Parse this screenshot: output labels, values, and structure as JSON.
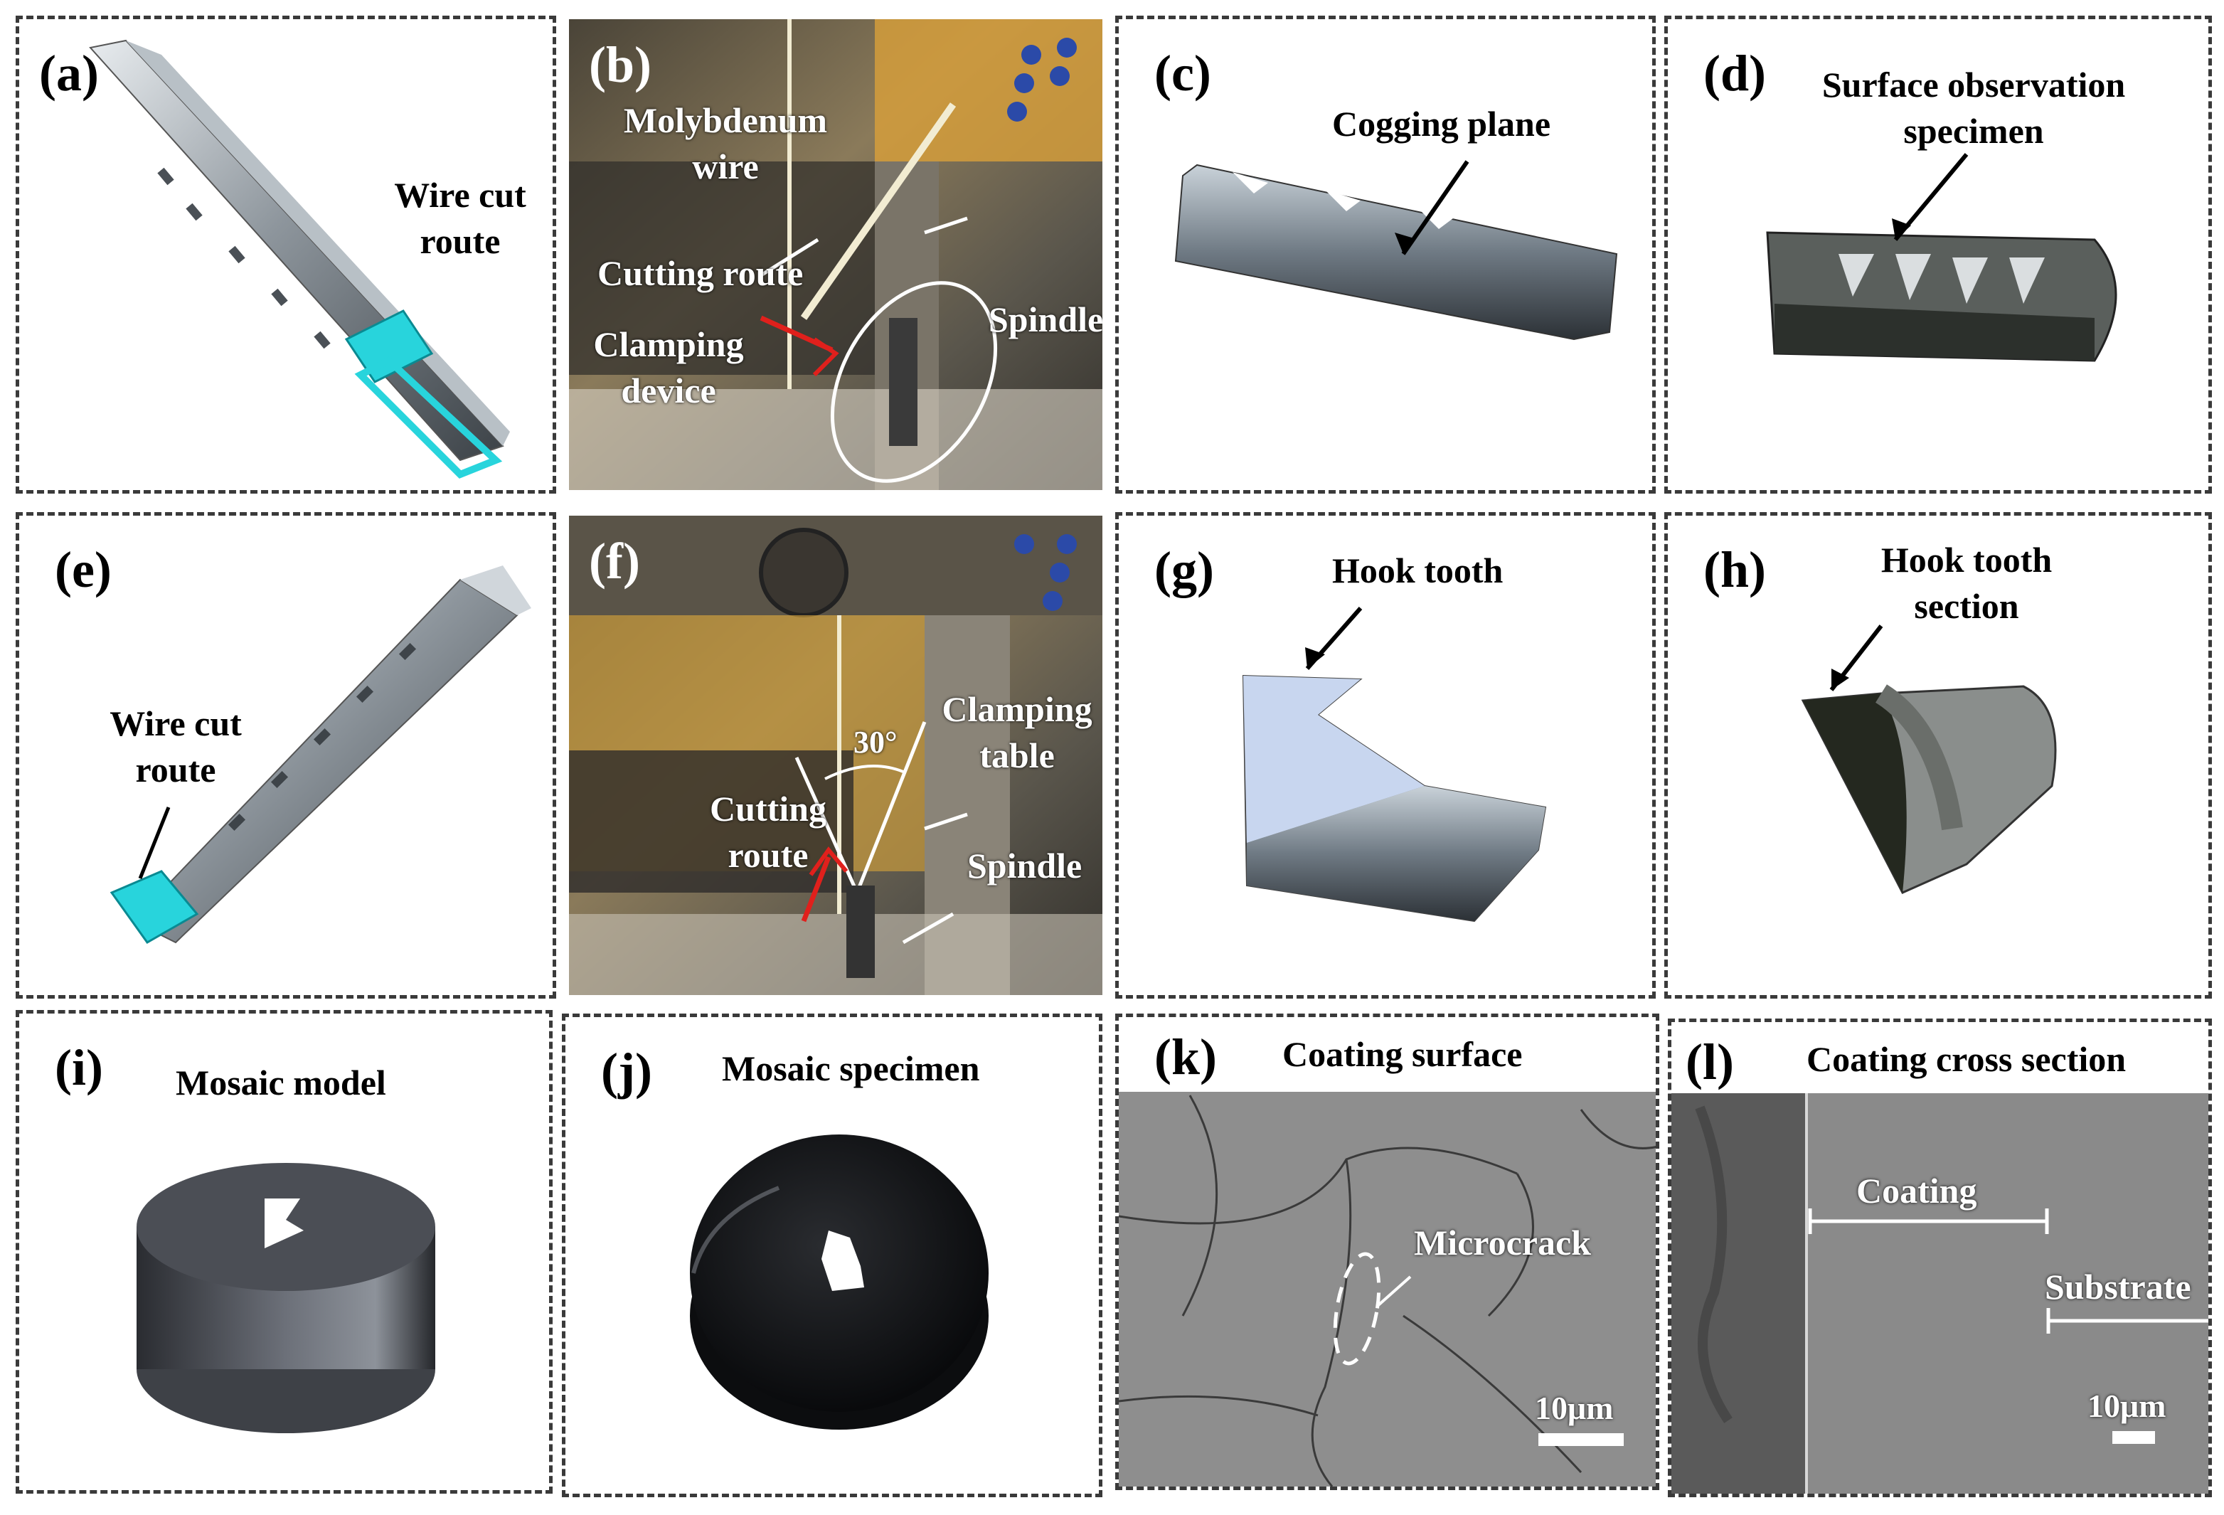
{
  "panels": {
    "a": {
      "letter": "(a)",
      "label": "Wire cut route"
    },
    "b": {
      "letter": "(b)",
      "wire": "Molybdenum wire",
      "route": "Cutting route",
      "clamp": "Clamping device",
      "spindle": "Spindle"
    },
    "c": {
      "letter": "(c)",
      "label": "Cogging plane"
    },
    "d": {
      "letter": "(d)",
      "label": "Surface observation specimen"
    },
    "e": {
      "letter": "(e)",
      "label": "Wire cut route"
    },
    "f": {
      "letter": "(f)",
      "angle": "30°",
      "table": "Clamping table",
      "route": "Cutting route",
      "spindle": "Spindle"
    },
    "g": {
      "letter": "(g)",
      "label": "Hook tooth"
    },
    "h": {
      "letter": "(h)",
      "label": "Hook tooth section"
    },
    "i": {
      "letter": "(i)",
      "label": "Mosaic model"
    },
    "j": {
      "letter": "(j)",
      "label": "Mosaic specimen"
    },
    "k": {
      "letter": "(k)",
      "label": "Coating surface",
      "crack": "Microcrack",
      "scale": "10μm"
    },
    "l": {
      "letter": "(l)",
      "label": "Coating cross section",
      "coating": "Coating",
      "substrate": "Substrate",
      "scale": "10μm"
    }
  },
  "colors": {
    "cutRoute": "#28d4dc",
    "arrowRed": "#e0201c",
    "metal": "#9aa0a6",
    "sem": "#8a8a8a"
  }
}
